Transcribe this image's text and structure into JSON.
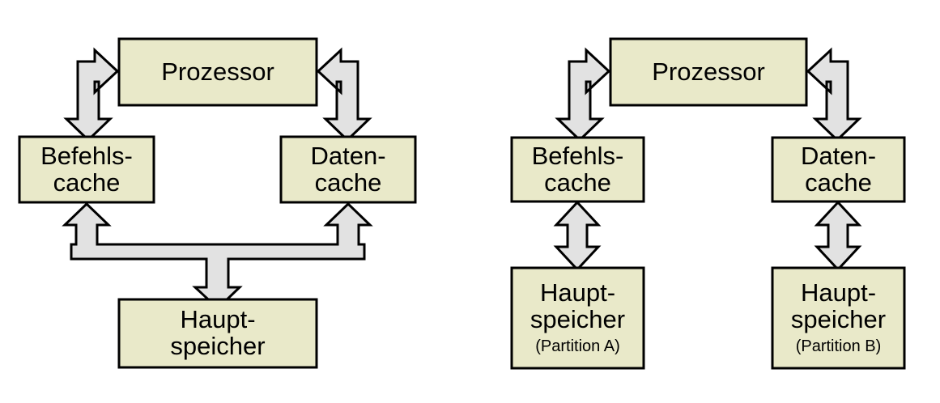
{
  "diagram": {
    "title": "",
    "palette": {
      "box_fill": "#e9e9c9",
      "box_stroke": "#000000",
      "arrow_fill": "#e2e2e2",
      "arrow_stroke": "#000000",
      "background": "#ffffff",
      "text": "#000000"
    },
    "left": {
      "name": "harvard-shared-main-memory",
      "boxes": {
        "processor": {
          "label": "Prozessor"
        },
        "instruction_cache": {
          "line1": "Befehls-",
          "line2": "cache"
        },
        "data_cache": {
          "line1": "Daten-",
          "line2": "cache"
        },
        "main_memory": {
          "line1": "Haupt-",
          "line2": "speicher"
        }
      },
      "connections": [
        {
          "name": "processor-instruction-cache",
          "type": "bidirectional-elbow"
        },
        {
          "name": "processor-data-cache",
          "type": "bidirectional-elbow"
        },
        {
          "name": "caches-main-memory",
          "type": "three-way-bus"
        }
      ]
    },
    "right": {
      "name": "harvard-partitioned-main-memory",
      "boxes": {
        "processor": {
          "label": "Prozessor"
        },
        "instruction_cache": {
          "line1": "Befehls-",
          "line2": "cache"
        },
        "data_cache": {
          "line1": "Daten-",
          "line2": "cache"
        },
        "main_memory_a": {
          "line1": "Haupt-",
          "line2": "speicher",
          "line3": "(Partition A)"
        },
        "main_memory_b": {
          "line1": "Haupt-",
          "line2": "speicher",
          "line3": "(Partition B)"
        }
      },
      "connections": [
        {
          "name": "processor-instruction-cache",
          "type": "bidirectional-elbow"
        },
        {
          "name": "processor-data-cache",
          "type": "bidirectional-elbow"
        },
        {
          "name": "instruction-cache-memory-a",
          "type": "bidirectional-vertical"
        },
        {
          "name": "data-cache-memory-b",
          "type": "bidirectional-vertical"
        }
      ]
    }
  }
}
